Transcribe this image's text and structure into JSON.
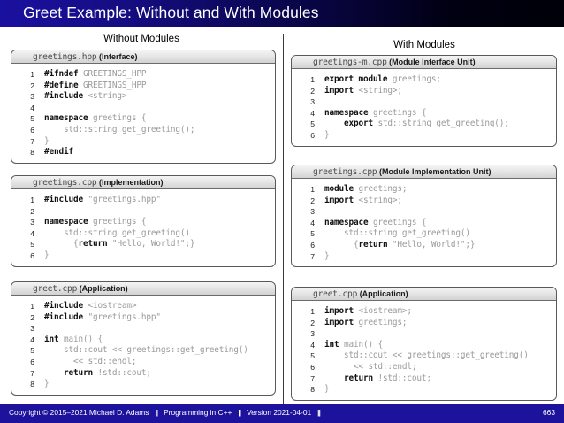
{
  "header": {
    "title": "Greet Example: Without and With Modules"
  },
  "columns": {
    "left_heading": "Without Modules",
    "right_heading": "With Modules"
  },
  "left_boxes": [
    {
      "file": "greetings.hpp",
      "kind": "(Interface)",
      "lines": [
        {
          "n": "1",
          "parts": [
            {
              "t": "#ifndef",
              "b": true
            },
            {
              "t": " GREETINGS_HPP",
              "b": false
            }
          ]
        },
        {
          "n": "2",
          "parts": [
            {
              "t": "#define",
              "b": true
            },
            {
              "t": " GREETINGS_HPP",
              "b": false
            }
          ]
        },
        {
          "n": "3",
          "parts": [
            {
              "t": "#include",
              "b": true
            },
            {
              "t": " <string>",
              "b": false
            }
          ]
        },
        {
          "n": "4",
          "parts": [
            {
              "t": "",
              "b": false
            }
          ]
        },
        {
          "n": "5",
          "parts": [
            {
              "t": "namespace",
              "b": true
            },
            {
              "t": " greetings {",
              "b": false
            }
          ]
        },
        {
          "n": "6",
          "parts": [
            {
              "t": "    std::string get_greeting();",
              "b": false
            }
          ]
        },
        {
          "n": "7",
          "parts": [
            {
              "t": "}",
              "b": false
            }
          ]
        },
        {
          "n": "8",
          "parts": [
            {
              "t": "#endif",
              "b": true
            }
          ]
        }
      ]
    },
    {
      "file": "greetings.cpp",
      "kind": "(Implementation)",
      "lines": [
        {
          "n": "1",
          "parts": [
            {
              "t": "#include",
              "b": true
            },
            {
              "t": " \"greetings.hpp\"",
              "b": false
            }
          ]
        },
        {
          "n": "2",
          "parts": [
            {
              "t": "",
              "b": false
            }
          ]
        },
        {
          "n": "3",
          "parts": [
            {
              "t": "namespace",
              "b": true
            },
            {
              "t": " greetings {",
              "b": false
            }
          ]
        },
        {
          "n": "4",
          "parts": [
            {
              "t": "    std::string get_greeting()",
              "b": false
            }
          ]
        },
        {
          "n": "5",
          "parts": [
            {
              "t": "      {",
              "b": false
            },
            {
              "t": "return",
              "b": true
            },
            {
              "t": " \"Hello, World!\";}",
              "b": false
            }
          ]
        },
        {
          "n": "6",
          "parts": [
            {
              "t": "}",
              "b": false
            }
          ]
        }
      ]
    },
    {
      "file": "greet.cpp",
      "kind": "(Application)",
      "lines": [
        {
          "n": "1",
          "parts": [
            {
              "t": "#include",
              "b": true
            },
            {
              "t": " <iostream>",
              "b": false
            }
          ]
        },
        {
          "n": "2",
          "parts": [
            {
              "t": "#include",
              "b": true
            },
            {
              "t": " \"greetings.hpp\"",
              "b": false
            }
          ]
        },
        {
          "n": "3",
          "parts": [
            {
              "t": "",
              "b": false
            }
          ]
        },
        {
          "n": "4",
          "parts": [
            {
              "t": "int",
              "b": true
            },
            {
              "t": " main() {",
              "b": false
            }
          ]
        },
        {
          "n": "5",
          "parts": [
            {
              "t": "    std::cout << greetings::get_greeting()",
              "b": false
            }
          ]
        },
        {
          "n": "6",
          "parts": [
            {
              "t": "      << std::endl;",
              "b": false
            }
          ]
        },
        {
          "n": "7",
          "parts": [
            {
              "t": "    ",
              "b": false
            },
            {
              "t": "return",
              "b": true
            },
            {
              "t": " !std::cout;",
              "b": false
            }
          ]
        },
        {
          "n": "8",
          "parts": [
            {
              "t": "}",
              "b": false
            }
          ]
        }
      ]
    }
  ],
  "right_boxes": [
    {
      "file": "greetings-m.cpp",
      "kind": "(Module Interface Unit)",
      "lines": [
        {
          "n": "1",
          "parts": [
            {
              "t": "export module",
              "b": true
            },
            {
              "t": " greetings;",
              "b": false
            }
          ]
        },
        {
          "n": "2",
          "parts": [
            {
              "t": "import",
              "b": true
            },
            {
              "t": " <string>;",
              "b": false
            }
          ]
        },
        {
          "n": "3",
          "parts": [
            {
              "t": "",
              "b": false
            }
          ]
        },
        {
          "n": "4",
          "parts": [
            {
              "t": "namespace",
              "b": true
            },
            {
              "t": " greetings {",
              "b": false
            }
          ]
        },
        {
          "n": "5",
          "parts": [
            {
              "t": "    ",
              "b": false
            },
            {
              "t": "export",
              "b": true
            },
            {
              "t": " std::string get_greeting();",
              "b": false
            }
          ]
        },
        {
          "n": "6",
          "parts": [
            {
              "t": "}",
              "b": false
            }
          ]
        }
      ]
    },
    {
      "file": "greetings.cpp",
      "kind": "(Module Implementation Unit)",
      "lines": [
        {
          "n": "1",
          "parts": [
            {
              "t": "module",
              "b": true
            },
            {
              "t": " greetings;",
              "b": false
            }
          ]
        },
        {
          "n": "2",
          "parts": [
            {
              "t": "import",
              "b": true
            },
            {
              "t": " <string>;",
              "b": false
            }
          ]
        },
        {
          "n": "3",
          "parts": [
            {
              "t": "",
              "b": false
            }
          ]
        },
        {
          "n": "4",
          "parts": [
            {
              "t": "namespace",
              "b": true
            },
            {
              "t": " greetings {",
              "b": false
            }
          ]
        },
        {
          "n": "5",
          "parts": [
            {
              "t": "    std::string get_greeting()",
              "b": false
            }
          ]
        },
        {
          "n": "6",
          "parts": [
            {
              "t": "      {",
              "b": false
            },
            {
              "t": "return",
              "b": true
            },
            {
              "t": " \"Hello, World!\";}",
              "b": false
            }
          ]
        },
        {
          "n": "7",
          "parts": [
            {
              "t": "}",
              "b": false
            }
          ]
        }
      ]
    },
    {
      "file": "greet.cpp",
      "kind": "(Application)",
      "lines": [
        {
          "n": "1",
          "parts": [
            {
              "t": "import",
              "b": true
            },
            {
              "t": " <iostream>;",
              "b": false
            }
          ]
        },
        {
          "n": "2",
          "parts": [
            {
              "t": "import",
              "b": true
            },
            {
              "t": " greetings;",
              "b": false
            }
          ]
        },
        {
          "n": "3",
          "parts": [
            {
              "t": "",
              "b": false
            }
          ]
        },
        {
          "n": "4",
          "parts": [
            {
              "t": "int",
              "b": true
            },
            {
              "t": " main() {",
              "b": false
            }
          ]
        },
        {
          "n": "5",
          "parts": [
            {
              "t": "    std::cout << greetings::get_greeting()",
              "b": false
            }
          ]
        },
        {
          "n": "6",
          "parts": [
            {
              "t": "      << std::endl;",
              "b": false
            }
          ]
        },
        {
          "n": "7",
          "parts": [
            {
              "t": "    ",
              "b": false
            },
            {
              "t": "return",
              "b": true
            },
            {
              "t": " !std::cout;",
              "b": false
            }
          ]
        },
        {
          "n": "8",
          "parts": [
            {
              "t": "}",
              "b": false
            }
          ]
        }
      ]
    }
  ],
  "footer": {
    "copyright": "Copyright © 2015–2021 Michael D. Adams",
    "course": "Programming in C++",
    "version": "Version 2021-04-01",
    "separator": "||",
    "page": "663"
  },
  "colors": {
    "header_gradient_start": "#1a10a0",
    "header_gradient_end": "#000008",
    "footer_background": "#1c129c",
    "code_keyword": "#111111",
    "code_plain": "#9a9a9a",
    "box_border": "#595959"
  }
}
